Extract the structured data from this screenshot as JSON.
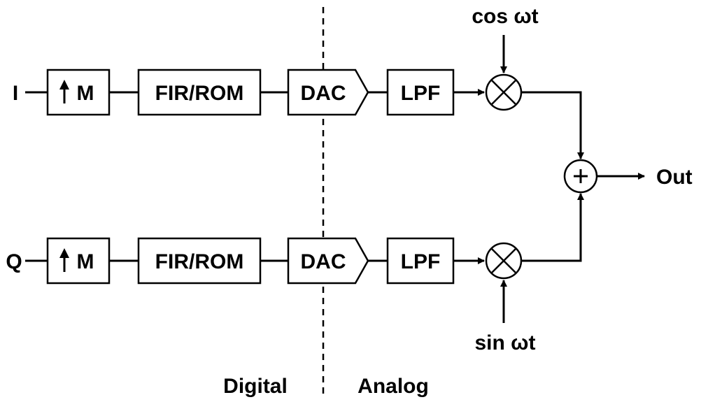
{
  "inputs": {
    "i_label": "I",
    "q_label": "Q"
  },
  "blocks": {
    "upsample_label": "M",
    "fir_label": "FIR/ROM",
    "dac_label": "DAC",
    "lpf_label": "LPF"
  },
  "carriers": {
    "cos_label": "cos ωt",
    "sin_label": "sin ωt"
  },
  "output": {
    "out_label": "Out"
  },
  "domains": {
    "digital_label": "Digital",
    "analog_label": "Analog"
  }
}
